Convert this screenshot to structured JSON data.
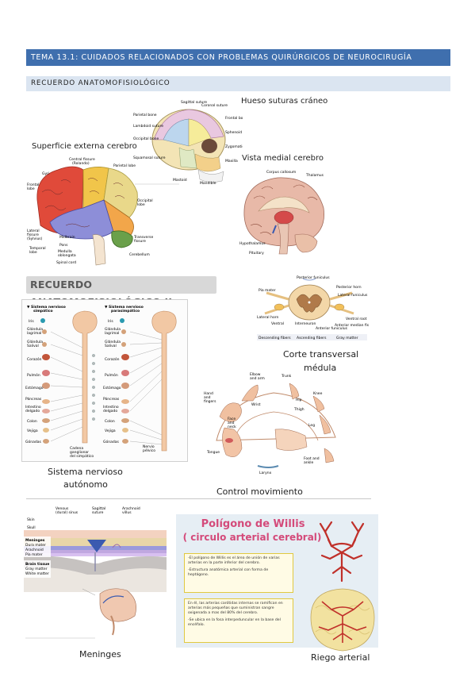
{
  "header": {
    "title": "TEMA 13.1: CUIDADOS RELACIONADOS CON PROBLEMAS QUIRÚRGICOS DE NEUROCIRUGÍA",
    "section": "RECUERDO ANATOMOFISIOLÓGICO"
  },
  "figures": {
    "skull_caption": "Hueso suturas cráneo",
    "brain_external_caption": "Superficie externa cerebro",
    "brain_medial_caption": "Vista medial cerebro",
    "section2_title": "RECUERDO ANATOMOFISIOLÓGICO II",
    "spinal_caption_1": "Corte transversal",
    "spinal_caption_2": "médula",
    "ans_caption_1": "Sistema nervioso",
    "ans_caption_2": "autónomo",
    "motor_caption": "Control movimiento",
    "meninges_caption": "Meninges",
    "arterial_caption": "Riego arterial"
  },
  "ans_labels": {
    "symp": "Sistema nervioso simpático",
    "parasymp": "Sistema nervioso parasimpático",
    "organs": [
      "Iris",
      "Glándula lagrimal",
      "Glándula Salival",
      "Corazón",
      "Pulmón",
      "Estómago",
      "Páncreas",
      "Intestino delgado",
      "Colon",
      "Vejiga",
      "Gónadas"
    ]
  },
  "motor_labels": [
    "Elbow and arm",
    "Trunk",
    "Hand and fingers",
    "Wrist",
    "Hip",
    "Knee",
    "Thigh",
    "Face and neck",
    "Leg",
    "Tongue",
    "Foot and ankle",
    "Larynx"
  ],
  "meninges_labels": {
    "top": [
      "Venous (dural) sinus",
      "Sagittal suture",
      "Arachnoid villus"
    ],
    "left": [
      "Skin",
      "Skull",
      "Meninges",
      "Dura mater",
      "Arachnoid",
      "Pia mater",
      "Brain tissue",
      "Gray matter",
      "White matter"
    ]
  },
  "willis": {
    "title_1": "Polígono de Willis",
    "title_2": "( circulo arterial cerebral)",
    "note_1": "-El polígono de Willis es el área de unión de varias arterias en la parte inferior del cerebro.",
    "note_2": "-Estructura anatómica arterial con forma de heptágono.",
    "note_3": "En él, las arterias carótidas internas se ramifican en arterias más pequeñas que suministran sangre oxigenada a mas del 80% del cerebro.",
    "note_4": "-Se ubica en la fosa interpeduncular en la base del encéfalo."
  },
  "colors": {
    "banner": "#3f6fae",
    "subbanner": "#dbe5f1",
    "willis_title": "#d44a7a"
  }
}
